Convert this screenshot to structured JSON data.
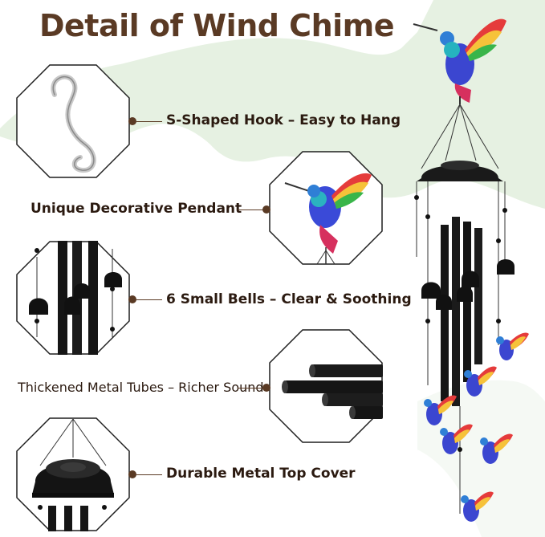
{
  "title": "Detail of Wind Chime",
  "features": [
    {
      "label": "S-Shaped Hook – Easy to Hang",
      "icon": "s-hook-icon"
    },
    {
      "label": "Unique Decorative Pendant",
      "icon": "hummingbird-pendant-icon"
    },
    {
      "label": "6 Small Bells – Clear & Soothing",
      "icon": "bells-icon"
    },
    {
      "label": "Thickened Metal Tubes – Richer Sound",
      "icon": "metal-tubes-icon"
    },
    {
      "label": "Durable Metal Top Cover",
      "icon": "top-cover-icon"
    }
  ],
  "colors": {
    "title": "#5a3a24",
    "connector": "#5a3a24",
    "background_blob": "#e6f1e2",
    "octagon_border": "#1f1f1f"
  }
}
